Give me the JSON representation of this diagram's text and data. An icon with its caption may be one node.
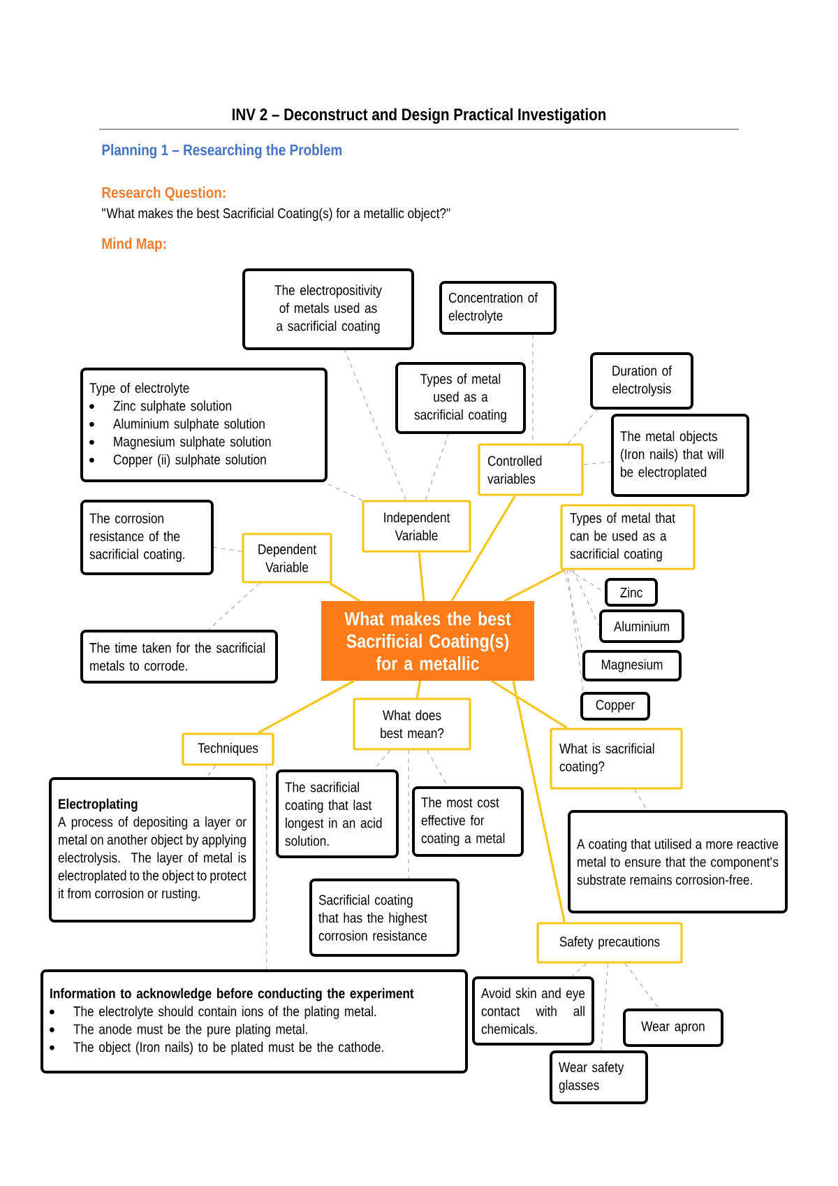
{
  "diagram": {
    "title": "INV 2 – Deconstruct and Design Practical Investigation",
    "nodes": [
      {
        "text": [
          "What makes the best Sacrificial Coating(s) for a metallic"
        ]
      },
      {
        "text": [
          "Dependent Variable"
        ]
      },
      {
        "text": [
          "Independent Variable"
        ]
      },
      {
        "text": [
          "Controlled variables"
        ]
      },
      {
        "text": [
          "Types of metal that can be used as a sacrificial coating"
        ]
      },
      {
        "text": [
          "Techniques"
        ]
      },
      {
        "text": [
          "What does best mean?"
        ]
      },
      {
        "text": [
          "What is sacrificial coating?"
        ]
      },
      {
        "text": [
          "Safety precautions"
        ]
      },
      {
        "text": [
          "The electropositivity of metals used as a sacrificial coating"
        ]
      },
      {
        "text": [
          "Concentration of electrolyte"
        ]
      },
      {
        "text": [
          "Type of electrolyte",
          "Zinc sulphate solution",
          "Aluminium sulphate solution",
          "Magnesium sulphate solution",
          "Copper (ii) sulphate solution"
        ]
      },
      {
        "text": [
          "Types of metal used as a sacrificial coating"
        ]
      },
      {
        "text": [
          "Duration of electrolysis"
        ]
      },
      {
        "text": [
          "The metal objects (Iron nails) that will be electroplated"
        ]
      },
      {
        "text": [
          "The corrosion resistance of the sacrificial coating."
        ]
      },
      {
        "text": [
          "The time taken for the sacrificial metals to corrode."
        ]
      },
      {
        "text": [
          "Zinc"
        ]
      },
      {
        "text": [
          "Aluminium"
        ]
      },
      {
        "text": [
          "Magnesium"
        ]
      },
      {
        "text": [
          "Copper"
        ]
      },
      {
        "text": [
          "Electroplating",
          "A process of depositing a layer or metal on another object by applying electrolysis. The layer of metal is electroplated to the object to protect it from corrosion or rusting."
        ]
      },
      {
        "text": [
          "The sacrificial coating that last longest in an acid solution."
        ]
      },
      {
        "text": [
          "The most cost effective for coating a metal"
        ]
      },
      {
        "text": [
          "Sacrificial coating that has the highest corrosion resistance"
        ]
      },
      {
        "text": [
          "A coating that utilised a more reactive metal to ensure that the component's substrate remains corrosion-free."
        ]
      },
      {
        "text": [
          "Information to acknowledge before conducting the experiment",
          "The electrolyte should contain ions of the plating metal.",
          "The anode must be the pure plating metal.",
          "The object (Iron nails) to be plated must be the cathode."
        ]
      },
      {
        "text": [
          "Avoid skin and eye contact with all chemicals."
        ]
      },
      {
        "text": [
          "Wear apron"
        ]
      },
      {
        "text": [
          "Wear safety glasses"
        ]
      }
    ],
    "edges": [
      {
        "from": 0,
        "to": 1,
        "arrow": "none",
        "color": "#f5c518"
      },
      {
        "from": 0,
        "to": 2,
        "arrow": "none",
        "color": "#f5c518"
      },
      {
        "from": 0,
        "to": 3,
        "arrow": "none",
        "color": "#f5c518"
      },
      {
        "from": 0,
        "to": 4,
        "arrow": "none",
        "color": "#f5c518"
      },
      {
        "from": 0,
        "to": 5,
        "arrow": "none",
        "color": "#f5c518"
      },
      {
        "from": 0,
        "to": 6,
        "arrow": "none",
        "color": "#f5c518"
      },
      {
        "from": 0,
        "to": 7,
        "arrow": "none",
        "color": "#f5c518"
      },
      {
        "from": 0,
        "to": 8,
        "arrow": "none",
        "color": "#f5c518"
      },
      {
        "from": 2,
        "to": 9,
        "arrow": "none",
        "style": "dashed"
      },
      {
        "from": 2,
        "to": 11,
        "arrow": "none",
        "style": "dashed"
      },
      {
        "from": 2,
        "to": 12,
        "arrow": "none",
        "style": "dashed"
      },
      {
        "from": 3,
        "to": 10,
        "arrow": "none",
        "style": "dashed"
      },
      {
        "from": 3,
        "to": 13,
        "arrow": "none",
        "style": "dashed"
      },
      {
        "from": 3,
        "to": 14,
        "arrow": "none",
        "style": "dashed"
      },
      {
        "from": 1,
        "to": 15,
        "arrow": "none",
        "style": "dashed"
      },
      {
        "from": 1,
        "to": 16,
        "arrow": "none",
        "style": "dashed"
      },
      {
        "from": 4,
        "to": 17,
        "arrow": "none",
        "style": "dashed"
      },
      {
        "from": 4,
        "to": 18,
        "arrow": "none",
        "style": "dashed"
      },
      {
        "from": 4,
        "to": 19,
        "arrow": "none",
        "style": "dashed"
      },
      {
        "from": 4,
        "to": 20,
        "arrow": "none",
        "style": "dashed"
      },
      {
        "from": 5,
        "to": 21,
        "arrow": "none",
        "style": "dashed"
      },
      {
        "from": 5,
        "to": 26,
        "arrow": "none",
        "style": "dashed"
      },
      {
        "from": 6,
        "to": 22,
        "arrow": "none",
        "style": "dashed"
      },
      {
        "from": 6,
        "to": 23,
        "arrow": "none",
        "style": "dashed"
      },
      {
        "from": 6,
        "to": 24,
        "arrow": "none",
        "style": "dashed"
      },
      {
        "from": 7,
        "to": 25,
        "arrow": "none",
        "style": "dashed"
      },
      {
        "from": 8,
        "to": 27,
        "arrow": "none",
        "style": "dashed"
      },
      {
        "from": 8,
        "to": 28,
        "arrow": "none",
        "style": "dashed"
      },
      {
        "from": 8,
        "to": 29,
        "arrow": "none",
        "style": "dashed"
      }
    ],
    "labels": [
      "Planning 1 – Researching the Problem",
      "Research Question:",
      "\"What makes the best Sacrificial Coating(s) for a metallic object?\"",
      "Mind Map:"
    ]
  }
}
